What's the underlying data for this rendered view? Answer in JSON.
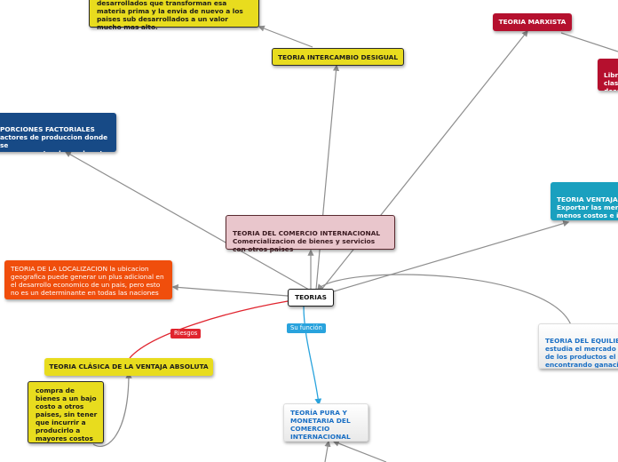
{
  "nodes": {
    "top_yellow": "desarrollados  que transforman esa materia prima y la envia de nuevo a los paises sub desarrollados a un valor mucho mas alto.",
    "intercambio": "TEORIA INTERCAMBIO DESIGUAL",
    "marxista": "TEORIA MARXISTA",
    "marxista_note": "Libr\nclas\ndesa",
    "proporciones": "PORCIONES FACTORIALES\nactores de produccion donde se\nrecursos naturales o el costo\ne obra.",
    "comercio": "TEORIA DEL COMERCIO INTERNACIONAL\nComercializacion de bienes y servicios con otros paises",
    "ventaja_right": "TEORIA VENTAJA\nExportar las merc\nmenos costos e in\ntiene mayor costo",
    "localizacion": "TEORIA DE LA LOCALIZACION  la ubicacion geografica puede generar un plus adicional en el desarrollo economico de un pais, pero esto no es un determinante en todas las naciones",
    "teorias": "TEORIAS",
    "clasica": "TEORIA CLÁSICA DE LA VENTAJA ABSOLUTA",
    "clasica_note": "compra de bienes a un bajo costo a otros paises, sin tener que incurrir a producirlo a mayores costos",
    "pura": "TEORÍA PURA Y MONETARIA DEL COMERCIO INTERNACIONAL",
    "equilibrio": "TEORIA DEL EQUILIB\nestudia el mercado y\nde los productos el d\nencontrando ganacia\nque sea."
  },
  "labels": {
    "riesgos": "Riesgos",
    "su_funcion": "Su función"
  },
  "colors": {
    "yellow": "#e8dc1e",
    "red": "#b5102e",
    "navy": "#174a86",
    "pink": "#e9c6cc",
    "teal": "#1aa0bf",
    "orange": "#f04e0c",
    "connector": "#8e8e8e",
    "riesgos_line": "#e0242e",
    "funcion_line": "#29a3dd"
  }
}
